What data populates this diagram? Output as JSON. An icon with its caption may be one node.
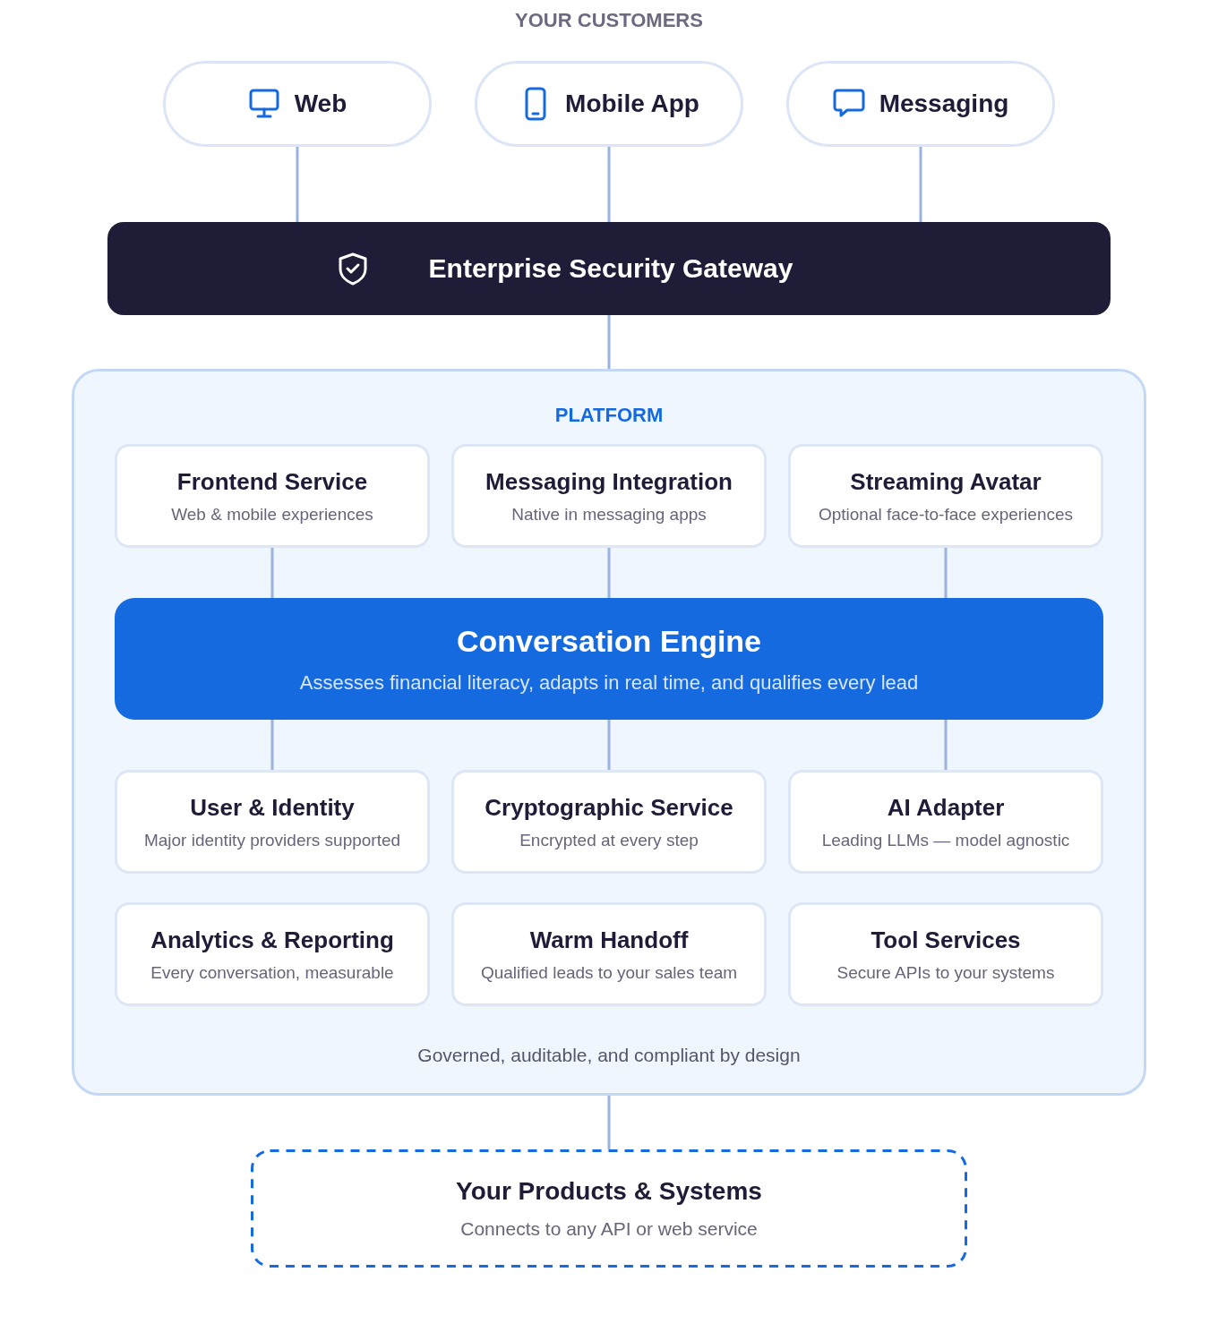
{
  "diagram": {
    "title": "YOUR CUSTOMERS",
    "nodes": [
      {
        "text": [
          "Web"
        ]
      },
      {
        "text": [
          "Mobile App"
        ]
      },
      {
        "text": [
          "Messaging"
        ]
      },
      {
        "text": [
          "Enterprise Security Gateway"
        ]
      },
      {
        "text": [
          "PLATFORM",
          "Governed, auditable, and compliant by design"
        ]
      },
      {
        "text": [
          "Frontend Service",
          "Web & mobile experiences"
        ],
        "in": 4
      },
      {
        "text": [
          "Messaging Integration",
          "Native in messaging apps"
        ],
        "in": 4
      },
      {
        "text": [
          "Streaming Avatar",
          "Optional face-to-face experiences"
        ],
        "in": 4
      },
      {
        "text": [
          "Conversation Engine",
          "Assesses financial literacy, adapts in real time, and qualifies every lead"
        ],
        "in": 4
      },
      {
        "text": [
          "User & Identity",
          "Major identity providers supported"
        ],
        "in": 4
      },
      {
        "text": [
          "Cryptographic Service",
          "Encrypted at every step"
        ],
        "in": 4
      },
      {
        "text": [
          "AI Adapter",
          "Leading LLMs — model agnostic"
        ],
        "in": 4
      },
      {
        "text": [
          "Analytics & Reporting",
          "Every conversation, measurable"
        ],
        "in": 4
      },
      {
        "text": [
          "Warm Handoff",
          "Qualified leads to your sales team"
        ],
        "in": 4
      },
      {
        "text": [
          "Tool Services",
          "Secure APIs to your systems"
        ],
        "in": 4
      },
      {
        "text": [
          "Your Products & Systems",
          "Connects to any API or web service"
        ]
      }
    ],
    "edges": [
      {
        "from": 0,
        "to": 3,
        "arrow": "none"
      },
      {
        "from": 1,
        "to": 3,
        "arrow": "none"
      },
      {
        "from": 2,
        "to": 3,
        "arrow": "none"
      },
      {
        "from": 3,
        "to": 4,
        "arrow": "none"
      },
      {
        "from": 5,
        "to": 8,
        "arrow": "none"
      },
      {
        "from": 6,
        "to": 8,
        "arrow": "none"
      },
      {
        "from": 7,
        "to": 8,
        "arrow": "none"
      },
      {
        "from": 8,
        "to": 9,
        "arrow": "none"
      },
      {
        "from": 8,
        "to": 10,
        "arrow": "none"
      },
      {
        "from": 8,
        "to": 11,
        "arrow": "none"
      },
      {
        "from": 4,
        "to": 15,
        "arrow": "none"
      }
    ]
  }
}
